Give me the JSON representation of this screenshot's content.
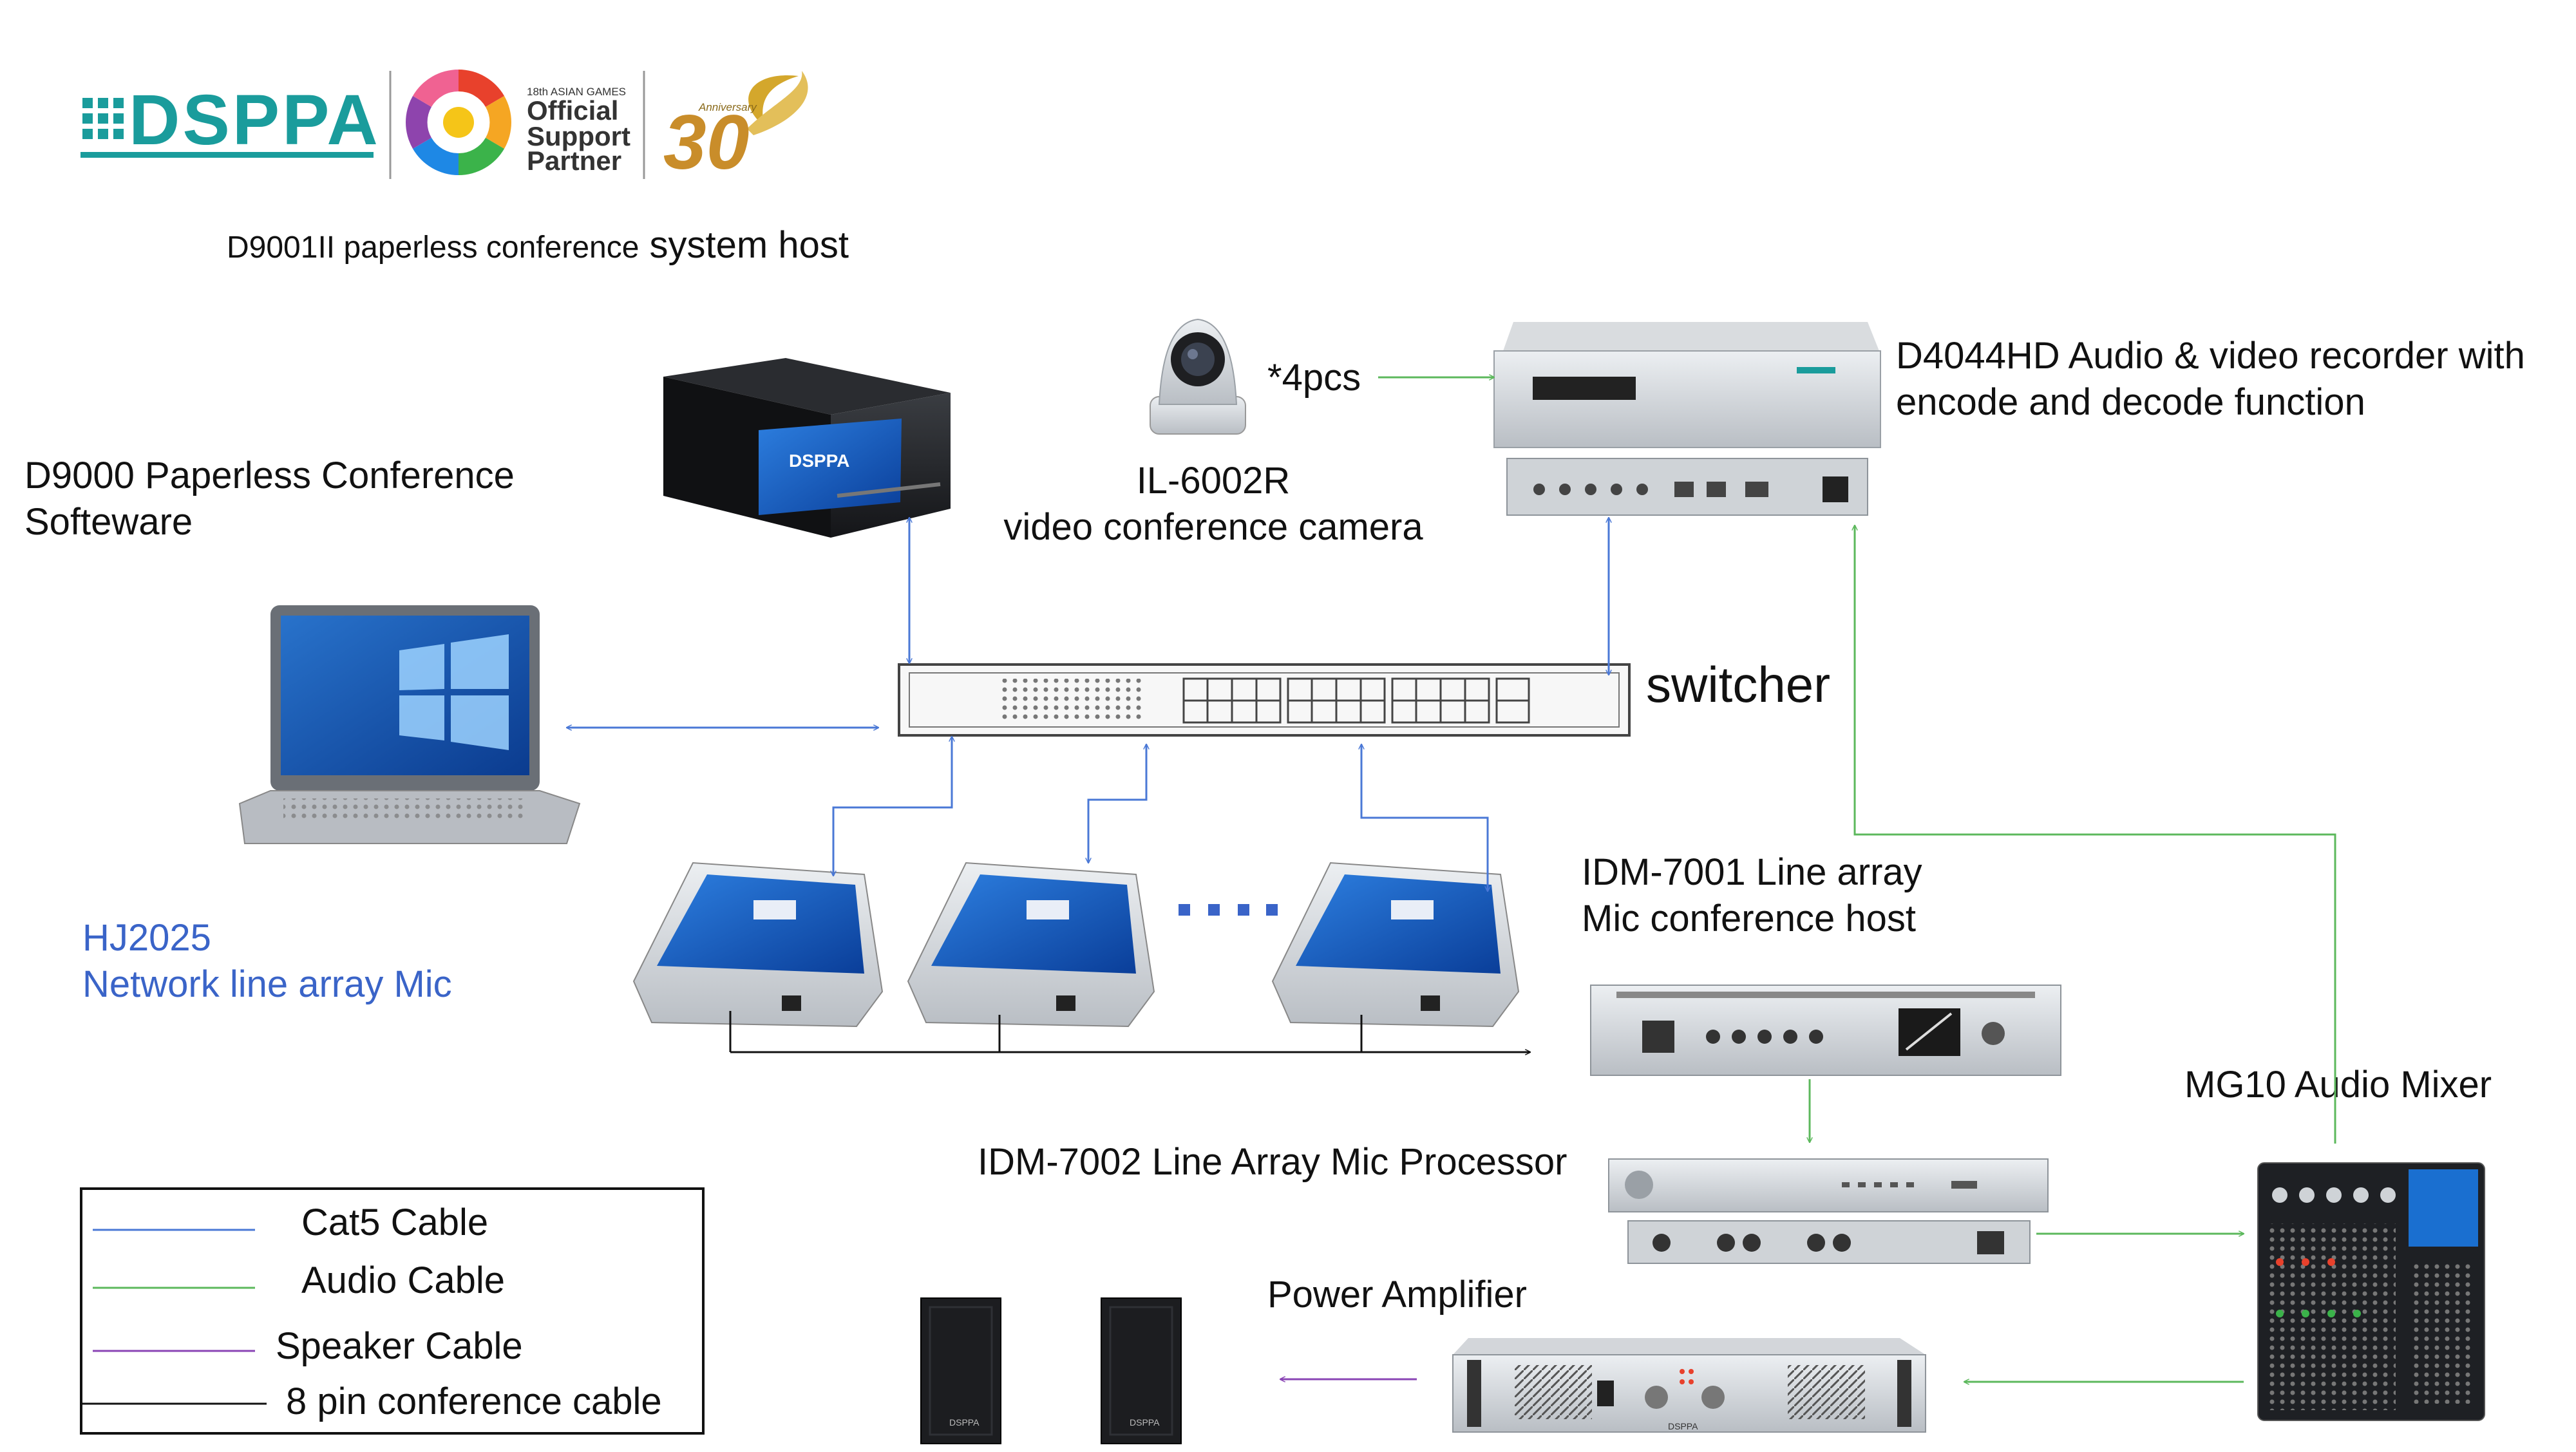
{
  "brand": {
    "logo_text": "DSPPA",
    "sponsor_caption": "18th ASIAN GAMES",
    "sponsor_lines": [
      "Official",
      "Support",
      "Partner"
    ],
    "anniversary_text": "Anniversary",
    "anniversary_number": "30"
  },
  "labels": {
    "host_title_a": "D9001II paperless conference",
    "host_title_b": " system host",
    "software_line1": "D9000 Paperless Conference",
    "software_line2": "Softeware",
    "camera_count": "*4pcs",
    "camera_model": "IL-6002R",
    "camera_desc": "video conference camera",
    "recorder_line1": "D4044HD  Audio & video recorder with",
    "recorder_line2": "encode and decode function",
    "switcher": "switcher",
    "mic_line1": "HJ2025",
    "mic_line2": "Network line array Mic",
    "idm7001_line1": "IDM-7001 Line array",
    "idm7001_line2": " Mic conference host",
    "idm7002": "IDM-7002 Line Array  Mic Processor",
    "mixer": "MG10 Audio Mixer",
    "amplifier": "Power   Amplifier",
    "device_logo": "DSPPA"
  },
  "legend": {
    "items": [
      {
        "label": "Cat5 Cable",
        "color": "#4a78d6"
      },
      {
        "label": "Audio Cable",
        "color": "#5cb85c"
      },
      {
        "label": "Speaker Cable",
        "color": "#8a45b5"
      },
      {
        "label": "8 pin conference cable",
        "color": "#111111"
      }
    ]
  },
  "colors": {
    "cat5": "#4a78d6",
    "audio": "#5cb85c",
    "speaker": "#8a45b5",
    "conference": "#111111",
    "brand_teal": "#1a9c9c"
  }
}
